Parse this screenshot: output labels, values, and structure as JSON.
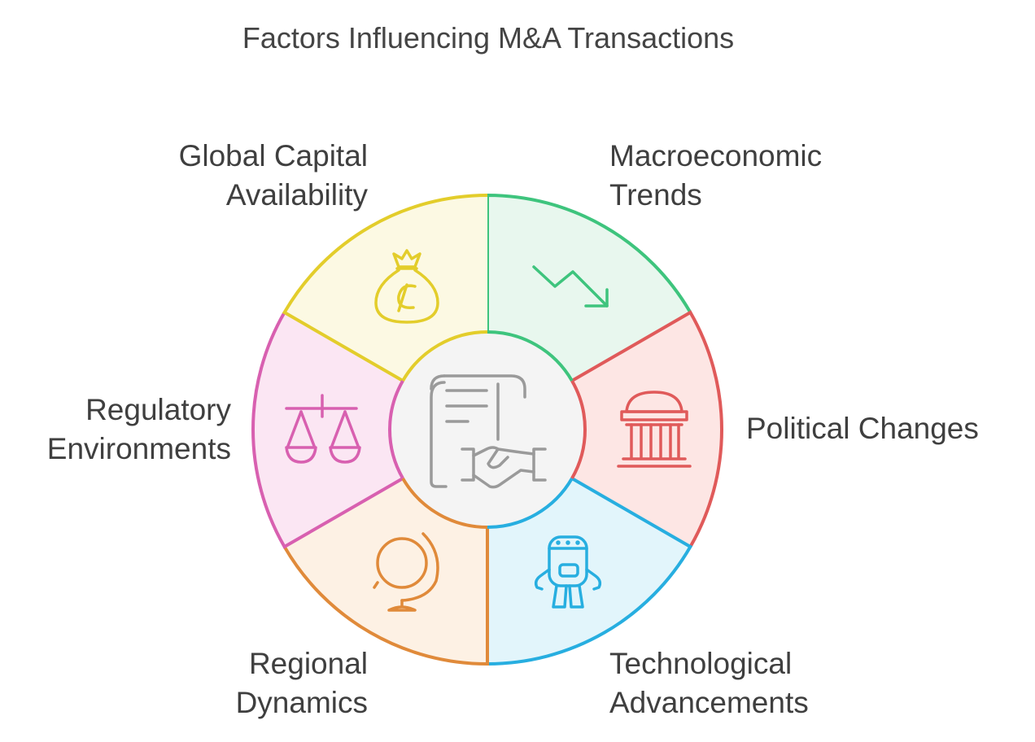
{
  "title": "Factors Influencing M&A Transactions",
  "factors": [
    {
      "lines": [
        "Global Capital",
        "Availability"
      ],
      "icon": "money-bag-icon",
      "stroke": "#e3cd2b",
      "fill": "#fcf9e3"
    },
    {
      "lines": [
        "Macroeconomic",
        "Trends"
      ],
      "icon": "trend-down-icon",
      "stroke": "#3ec47d",
      "fill": "#e8f7ee"
    },
    {
      "lines": [
        "Political Changes"
      ],
      "icon": "government-building-icon",
      "stroke": "#e05a5a",
      "fill": "#fde6e4"
    },
    {
      "lines": [
        "Technological",
        "Advancements"
      ],
      "icon": "robot-icon",
      "stroke": "#27aee0",
      "fill": "#e2f5fb"
    },
    {
      "lines": [
        "Regional",
        "Dynamics"
      ],
      "icon": "globe-icon",
      "stroke": "#e08a3a",
      "fill": "#fdf1e4"
    },
    {
      "lines": [
        "Regulatory",
        "Environments"
      ],
      "icon": "scales-icon",
      "stroke": "#d860b0",
      "fill": "#fbe6f3"
    }
  ],
  "center": {
    "icon": "contract-handshake-icon",
    "stroke": "#9a9a9a",
    "fill": "#f4f4f4"
  }
}
